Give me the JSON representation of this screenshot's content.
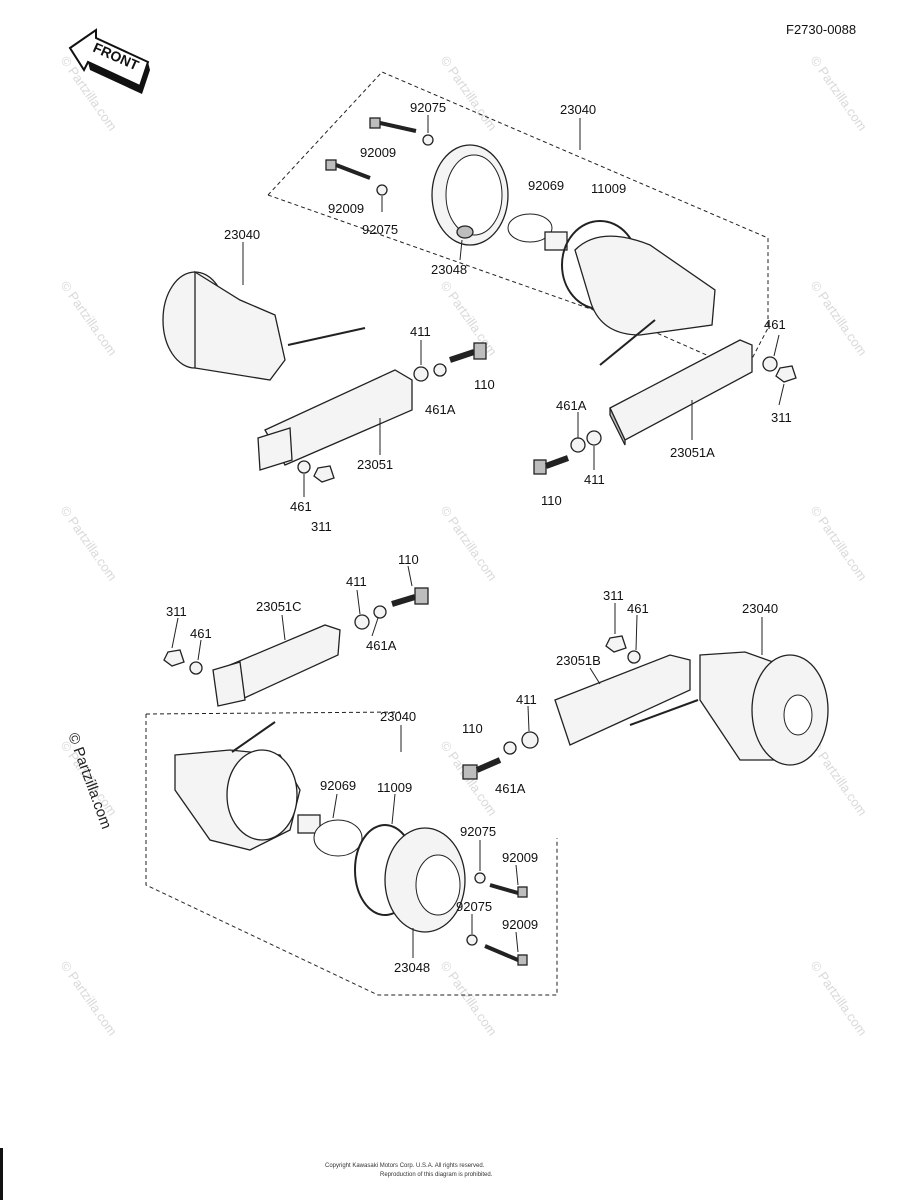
{
  "figure_code": "F2730-0088",
  "front_arrow_label": "FRONT",
  "watermark": "© Partzilla.com",
  "side_watermark": "© Partzilla.com",
  "copyright_line1": "Copyright Kawasaki Motors Corp. U.S.A. All rights reserved.",
  "copyright_line2": "Reproduction of this diagram is prohibited.",
  "labels": {
    "top_23040_right": "23040",
    "top_92075_a": "92075",
    "top_92009_a": "92009",
    "top_92009_b": "92009",
    "top_92075_b": "92075",
    "top_92069": "92069",
    "top_11009": "11009",
    "top_23048": "23048",
    "top_23040_left": "23040",
    "top_411_left": "411",
    "top_110_left": "110",
    "top_461A_left": "461A",
    "top_23051": "23051",
    "top_461_left": "461",
    "top_311_left": "311",
    "top_461_right": "461",
    "top_311_right": "311",
    "top_461A_right": "461A",
    "top_411_right": "411",
    "top_110_right": "110",
    "top_23051A": "23051A",
    "bot_110_top": "110",
    "bot_411_top": "411",
    "bot_311_left": "311",
    "bot_23051C": "23051C",
    "bot_461_left": "461",
    "bot_461A_top": "461A",
    "bot_311_right": "311",
    "bot_461_right": "461",
    "bot_23040_right": "23040",
    "bot_23051B": "23051B",
    "bot_411_mid": "411",
    "bot_110_mid": "110",
    "bot_461A_mid": "461A",
    "bot_23040_left": "23040",
    "bot_92069": "92069",
    "bot_11009": "11009",
    "bot_92075_a": "92075",
    "bot_92009_a": "92009",
    "bot_92075_b": "92075",
    "bot_92009_b": "92009",
    "bot_23048": "23048"
  }
}
